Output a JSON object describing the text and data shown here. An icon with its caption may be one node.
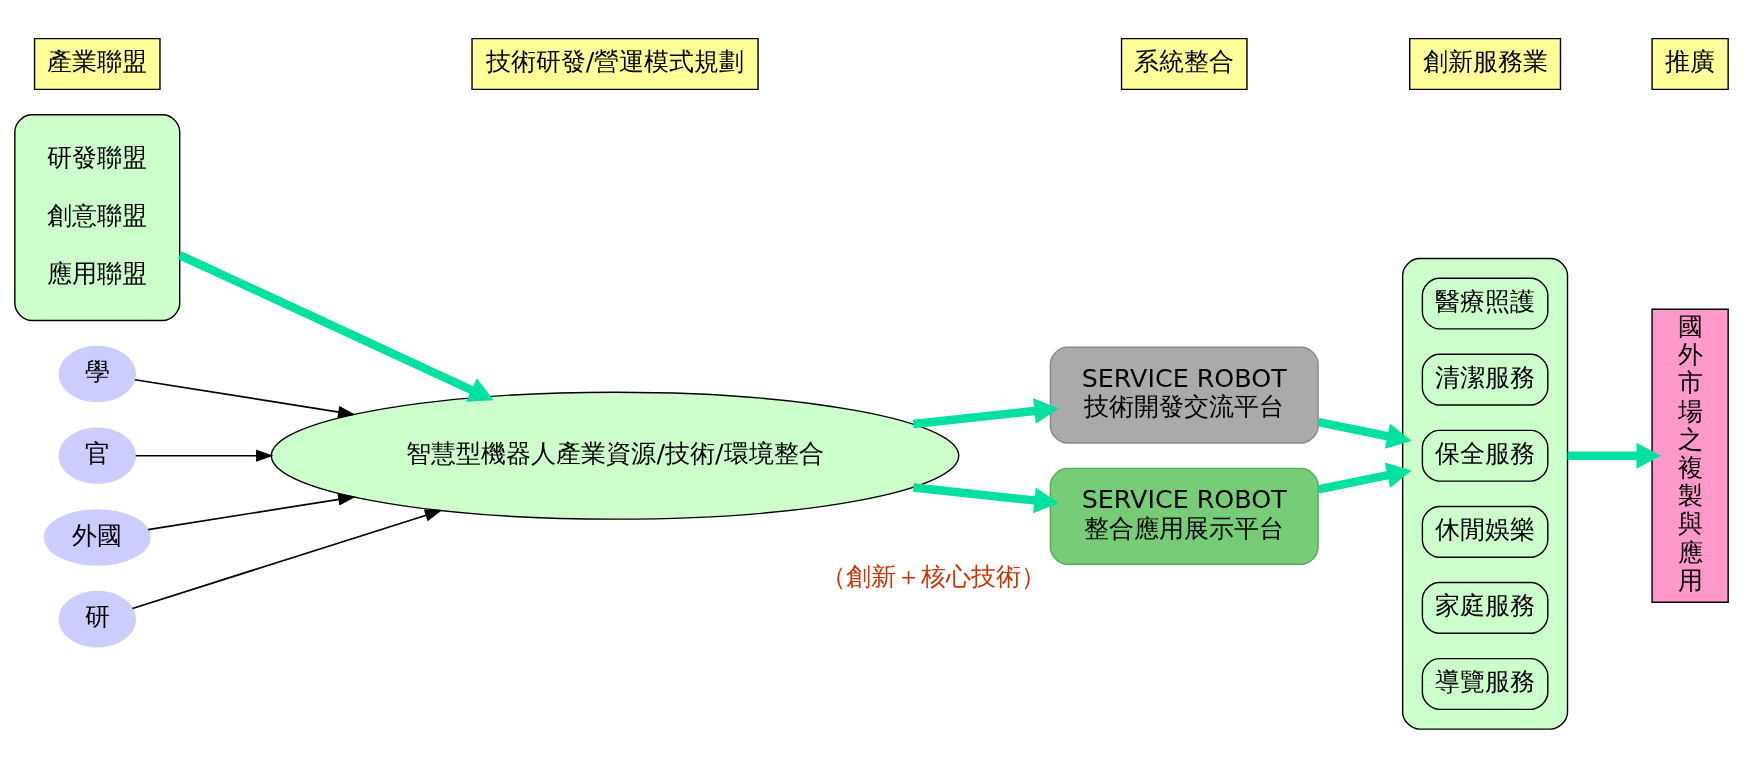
{
  "diagram": {
    "nodes": [
      {
        "text": [
          "產業聯盟"
        ]
      },
      {
        "text": [
          "技術研發/營運模式規劃"
        ]
      },
      {
        "text": [
          "系統整合"
        ]
      },
      {
        "text": [
          "創新服務業"
        ]
      },
      {
        "text": [
          "推廣"
        ]
      },
      {
        "text": [
          "研發聯盟",
          "創意聯盟",
          "應用聯盟"
        ]
      },
      {
        "text": [
          "學"
        ]
      },
      {
        "text": [
          "官"
        ]
      },
      {
        "text": [
          "智慧型機器人產業資源/技術/環境整合"
        ]
      },
      {
        "text": [
          "外國"
        ]
      },
      {
        "text": [
          "研"
        ]
      },
      {
        "text": [
          "SERVICE ROBOT",
          "技術開發交流平台"
        ]
      },
      {
        "text": [
          "SERVICE ROBOT",
          "整合應用展示平台"
        ],
        "beside": [
          "（創新＋核心技術）"
        ]
      },
      {
        "text": [],
        "shape": "box"
      },
      {
        "text": [
          "導覽服務"
        ],
        "in": 13
      },
      {
        "text": [
          "家庭服務"
        ],
        "in": 13
      },
      {
        "text": [
          "休閒娛樂"
        ],
        "in": 13
      },
      {
        "text": [
          "保全服務"
        ],
        "in": 13
      },
      {
        "text": [
          "清潔服務"
        ],
        "in": 13
      },
      {
        "text": [
          "醫療照護"
        ],
        "in": 13
      },
      {
        "text": [
          "國外市場之複製與應用"
        ]
      }
    ],
    "edges": [
      {
        "from": 5,
        "to": 8,
        "arrow": "to"
      },
      {
        "from": 6,
        "to": 8,
        "arrow": "to",
        "color": "#000000"
      },
      {
        "from": 7,
        "to": 8,
        "arrow": "to",
        "color": "#000000"
      },
      {
        "from": 9,
        "to": 8,
        "arrow": "to",
        "color": "#000000"
      },
      {
        "from": 10,
        "to": 8,
        "arrow": "to",
        "color": "#000000"
      },
      {
        "from": 8,
        "to": 11,
        "arrow": "to"
      },
      {
        "from": 8,
        "to": 12,
        "arrow": "to"
      },
      {
        "from": 11,
        "to": 13,
        "arrow": "to"
      },
      {
        "from": 12,
        "to": 13,
        "arrow": "to"
      },
      {
        "from": 13,
        "to": 20,
        "arrow": "to"
      }
    ]
  }
}
